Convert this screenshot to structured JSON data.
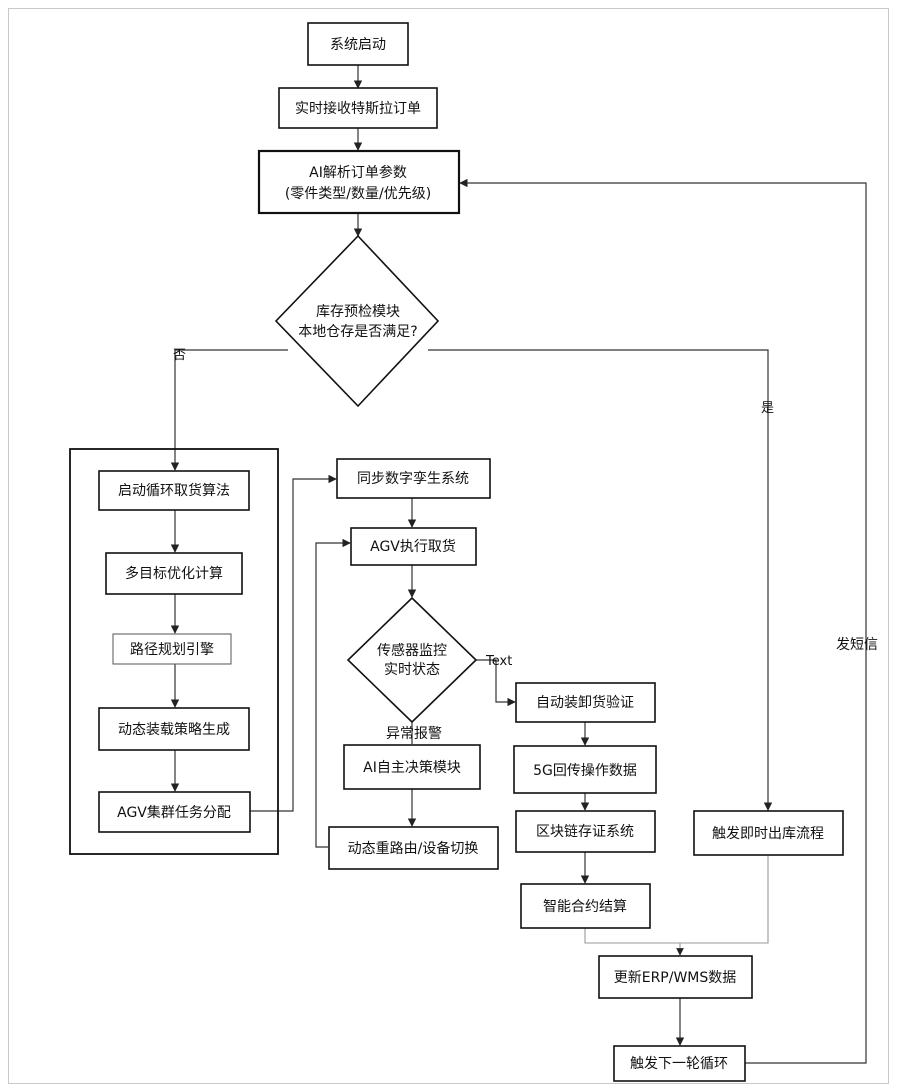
{
  "nodes": {
    "start": "系统启动",
    "receive": "实时接收特斯拉订单",
    "parse": [
      "AI解析订单参数",
      "(零件类型/数量/优先级)"
    ],
    "inventory": [
      "库存预检模块",
      "本地仓存是否满足?"
    ],
    "loop_algo": "启动循环取货算法",
    "multi_opt": "多目标优化计算",
    "path_plan": "路径规划引擎",
    "dyn_load": "动态装载策略生成",
    "agv_assign": "AGV集群任务分配",
    "twin_sync": "同步数字孪生系统",
    "agv_pick": "AGV执行取货",
    "sensor": [
      "传感器监控",
      "实时状态"
    ],
    "ai_decide": "AI自主决策模块",
    "reroute": "动态重路由/设备切换",
    "auto_verify": "自动装卸货验证",
    "five_g": "5G回传操作数据",
    "blockchain": "区块链存证系统",
    "smart_settle": "智能合约结算",
    "instant_out": "触发即时出库流程",
    "update_erp": "更新ERP/WMS数据",
    "next_round": "触发下一轮循环"
  },
  "labels": {
    "no": "否",
    "yes": "是",
    "text": "Text",
    "abnormal": "异常报警",
    "sms": "发短信"
  }
}
